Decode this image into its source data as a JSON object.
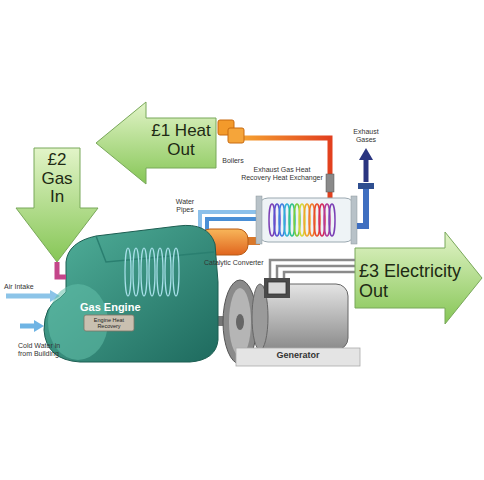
{
  "diagram": {
    "nodes": [
      {
        "text": [
          "£1 Heat Out"
        ]
      },
      {
        "text": [
          "£2 Gas In"
        ]
      },
      {
        "text": [
          "£3 Electricity Out"
        ]
      },
      {
        "text": [
          "Gas Engine"
        ]
      },
      {
        "text": [
          "Engine Heat Recovery"
        ],
        "in": 3
      },
      {
        "text": [
          "Generator"
        ]
      }
    ],
    "edges": [
      {
        "from": 1,
        "to": 3,
        "arrow": "none"
      },
      {
        "from": 5,
        "to": 2,
        "arrow": "none"
      }
    ],
    "labels": [
      "Exhaust Gases",
      "Boilers",
      "Exhaust Gas Heat Recovery Heat Exchanger",
      "Water Pipes",
      "Catalytic Converter",
      "Air Intake",
      "Cold Water in from Building"
    ]
  }
}
